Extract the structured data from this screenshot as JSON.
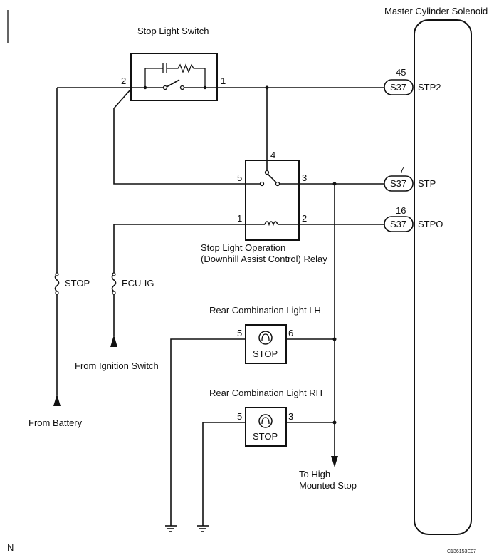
{
  "components": {
    "master_cylinder_solenoid": "Master Cylinder Solenoid",
    "stop_light_switch": "Stop Light Switch",
    "relay_line1": "Stop Light Operation",
    "relay_line2": "(Downhill Assist Control) Relay",
    "rear_lh": "Rear Combination Light LH",
    "rear_rh": "Rear Combination Light RH",
    "lamp_label": "STOP"
  },
  "fuses": {
    "stop": "STOP",
    "ecu_ig": "ECU-IG"
  },
  "sources": {
    "battery": "From Battery",
    "ignition": "From Ignition Switch",
    "high_mount_line1": "To High",
    "high_mount_line2": "Mounted Stop"
  },
  "connectors": {
    "stp2": {
      "conn": "S37",
      "pin": "45",
      "name": "STP2"
    },
    "stp": {
      "conn": "S37",
      "pin": "7",
      "name": "STP"
    },
    "stpo": {
      "conn": "S37",
      "pin": "16",
      "name": "STPO"
    }
  },
  "pins": {
    "switch_in": "2",
    "switch_out": "1",
    "relay_4": "4",
    "relay_5": "5",
    "relay_3": "3",
    "relay_1": "1",
    "relay_2": "2",
    "lh_in": "5",
    "lh_out": "6",
    "rh_in": "5",
    "rh_out": "3"
  },
  "footer": {
    "left": "N",
    "right": "C136153E07"
  }
}
